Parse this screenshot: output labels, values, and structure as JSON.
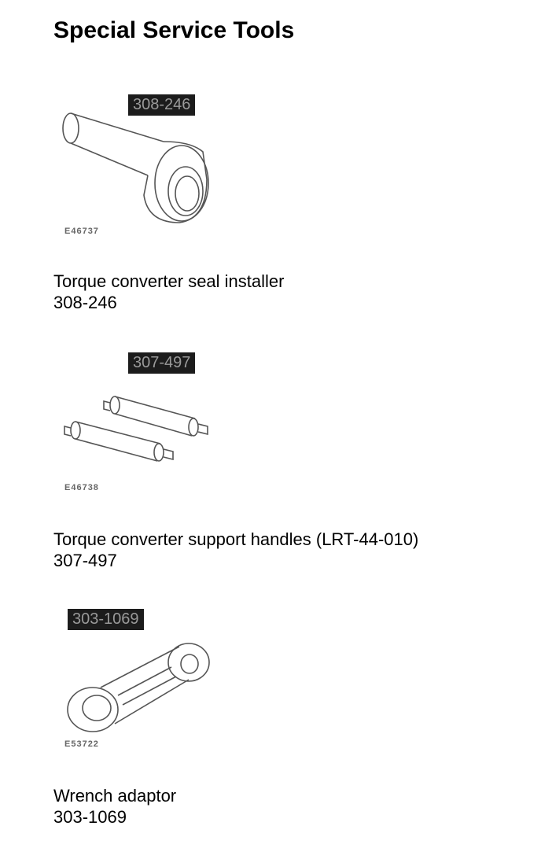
{
  "page": {
    "title": "Special Service Tools"
  },
  "tools": [
    {
      "tag": "308-246",
      "image_code": "E46737",
      "name": "Torque converter seal installer",
      "number": "308-246"
    },
    {
      "tag": "307-497",
      "image_code": "E46738",
      "name": "Torque converter support handles (LRT-44-010)",
      "number": "307-497"
    },
    {
      "tag": "303-1069",
      "image_code": "E53722",
      "name": "Wrench adaptor",
      "number": "303-1069"
    }
  ]
}
